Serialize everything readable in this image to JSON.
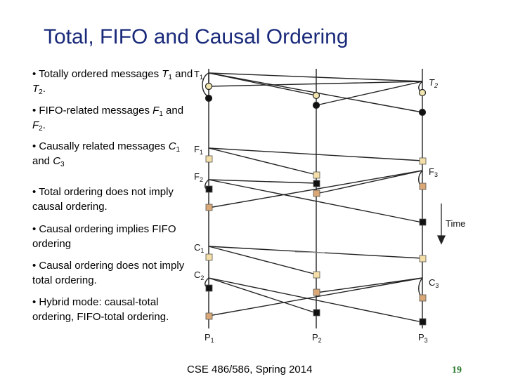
{
  "title": "Total, FIFO and Causal Ordering",
  "bullets": [
    {
      "pre": "• Totally ordered messages ",
      "a": "T",
      "asub": "1",
      "mid": " and ",
      "b": "T",
      "bsub": "2",
      "post": "."
    },
    {
      "pre": "• FIFO-related messages ",
      "a": "F",
      "asub": "1",
      "mid": " and ",
      "b": "F",
      "bsub": "2",
      "post": "."
    },
    {
      "pre": "• Causally related messages ",
      "a": "C",
      "asub": "1",
      "mid": " and ",
      "b": "C",
      "bsub": "3",
      "post": ""
    },
    {
      "pre": "• Total ordering does not imply causal ordering.",
      "a": "",
      "asub": "",
      "mid": "",
      "b": "",
      "bsub": "",
      "post": ""
    },
    {
      "pre": "• Causal ordering implies FIFO ordering",
      "a": "",
      "asub": "",
      "mid": "",
      "b": "",
      "bsub": "",
      "post": ""
    },
    {
      "pre": "• Causal ordering does not imply total ordering.",
      "a": "",
      "asub": "",
      "mid": "",
      "b": "",
      "bsub": "",
      "post": ""
    },
    {
      "pre": "• Hybrid mode: causal-total ordering, FIFO-total ordering.",
      "a": "",
      "asub": "",
      "mid": "",
      "b": "",
      "bsub": "",
      "post": ""
    }
  ],
  "diagram": {
    "processes": [
      {
        "id": "p1",
        "label": "P",
        "sub": "1"
      },
      {
        "id": "p2",
        "label": "P",
        "sub": "2"
      },
      {
        "id": "p3",
        "label": "P",
        "sub": "3"
      }
    ],
    "message_labels": [
      {
        "id": "t1",
        "label": "T",
        "sub": "1"
      },
      {
        "id": "t2",
        "label": "T",
        "sub": "2"
      },
      {
        "id": "f1",
        "label": "F",
        "sub": "1"
      },
      {
        "id": "f2",
        "label": "F",
        "sub": "2"
      },
      {
        "id": "f3",
        "label": "F",
        "sub": "3"
      },
      {
        "id": "c1",
        "label": "C",
        "sub": "1"
      },
      {
        "id": "c2",
        "label": "C",
        "sub": "2"
      },
      {
        "id": "c3",
        "label": "C",
        "sub": "3"
      }
    ],
    "time_label": "Time",
    "colors": {
      "line": "#222222",
      "open_event": "#f2e6b0",
      "tan_event": "#d9a876",
      "pale_event": "#f5dfa8"
    }
  },
  "footer": "CSE 486/586, Spring 2014",
  "page_number": "19"
}
